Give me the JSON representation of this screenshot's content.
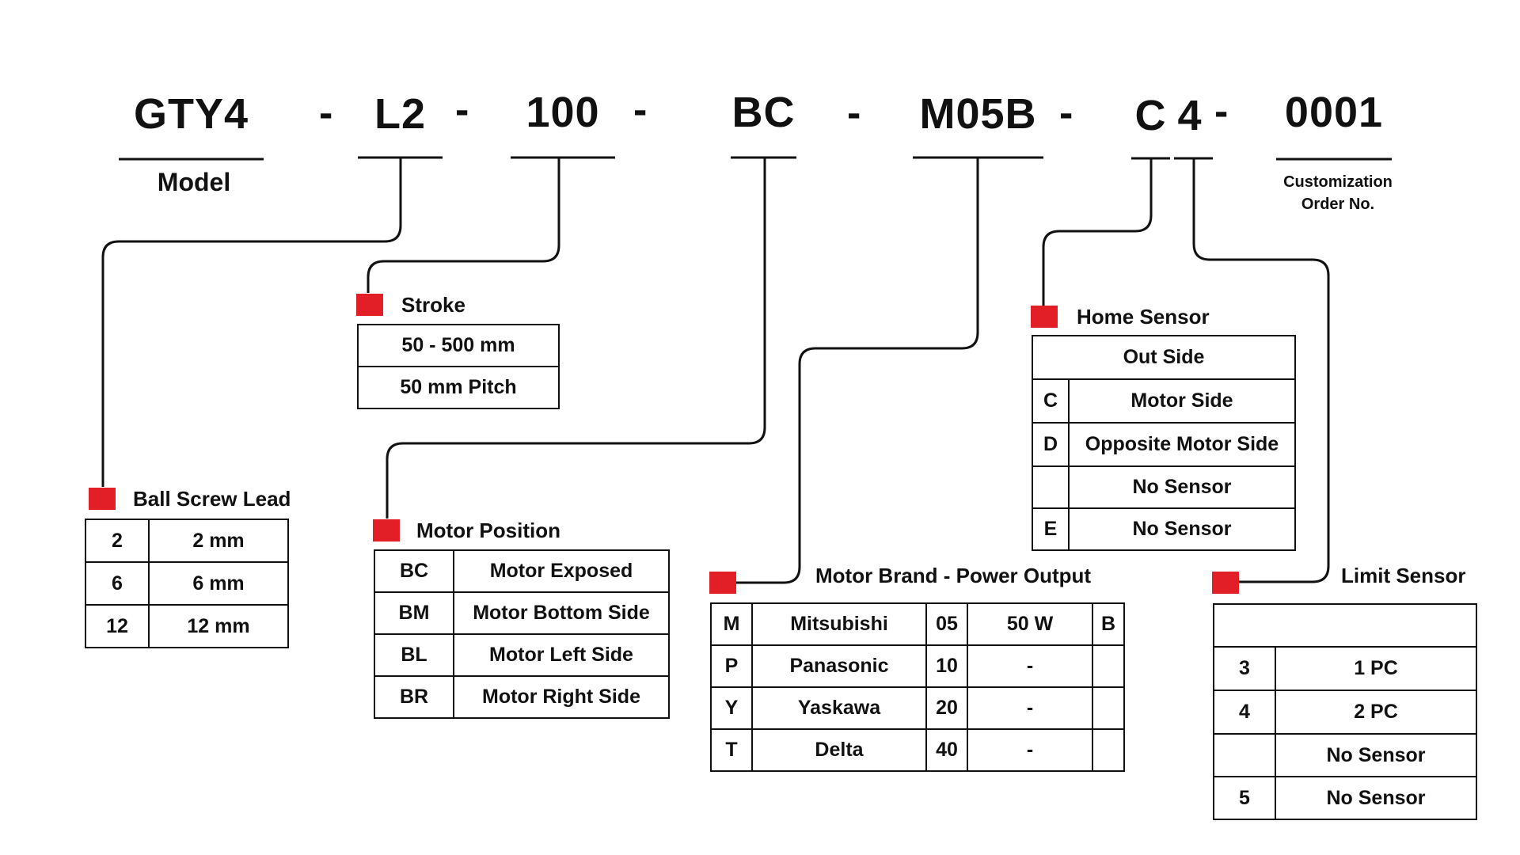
{
  "part_number": {
    "model": "GTY4",
    "lead": "L2",
    "stroke": "100",
    "motor_position": "BC",
    "motor": "M05B",
    "sensor_home": "C",
    "sensor_limit": "4",
    "custom": "0001",
    "separator": "-"
  },
  "labels": {
    "model": "Model",
    "custom_line1": "Customization",
    "custom_line2": "Order No."
  },
  "stroke": {
    "title": "Stroke",
    "rows": [
      "50 - 500 mm",
      "50 mm Pitch"
    ]
  },
  "ball_screw_lead": {
    "title": "Ball Screw Lead",
    "rows": [
      {
        "code": "2",
        "value": "2 mm"
      },
      {
        "code": "6",
        "value": "6 mm"
      },
      {
        "code": "12",
        "value": "12 mm"
      }
    ]
  },
  "motor_position": {
    "title": "Motor Position",
    "rows": [
      {
        "code": "BC",
        "value": "Motor Exposed"
      },
      {
        "code": "BM",
        "value": "Motor Bottom Side"
      },
      {
        "code": "BL",
        "value": "Motor Left Side"
      },
      {
        "code": "BR",
        "value": "Motor Right Side"
      }
    ]
  },
  "motor_brand": {
    "title": "Motor Brand - Power Output",
    "rows": [
      {
        "code": "M",
        "brand": "Mitsubishi",
        "power_code": "05",
        "power": "50 W",
        "b": "B"
      },
      {
        "code": "P",
        "brand": "Panasonic",
        "power_code": "10",
        "power": "-",
        "b": ""
      },
      {
        "code": "Y",
        "brand": "Yaskawa",
        "power_code": "20",
        "power": "-",
        "b": ""
      },
      {
        "code": "T",
        "brand": "Delta",
        "power_code": "40",
        "power": "-",
        "b": ""
      }
    ]
  },
  "home_sensor": {
    "title": "Home Sensor",
    "header": "Out Side",
    "rows": [
      {
        "code": "C",
        "value": "Motor Side"
      },
      {
        "code": "D",
        "value": "Opposite Motor Side"
      },
      {
        "code": "",
        "value": "No Sensor"
      },
      {
        "code": "E",
        "value": "No Sensor"
      }
    ]
  },
  "limit_sensor": {
    "title": "Limit Sensor",
    "header": "",
    "rows": [
      {
        "code": "3",
        "value": "1 PC"
      },
      {
        "code": "4",
        "value": "2 PC"
      },
      {
        "code": "",
        "value": "No Sensor"
      },
      {
        "code": "5",
        "value": "No Sensor"
      }
    ]
  },
  "colors": {
    "marker": "#e21f26",
    "line": "#111111",
    "background": "#ffffff"
  }
}
